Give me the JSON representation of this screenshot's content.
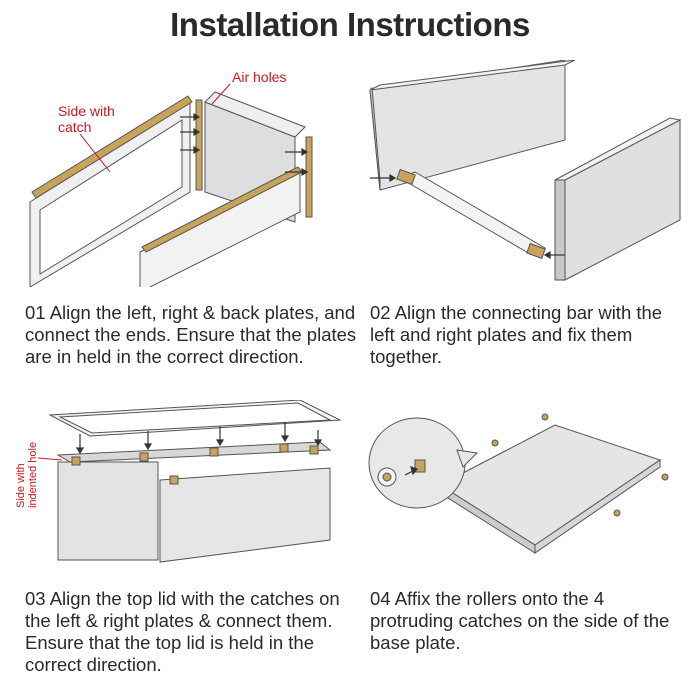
{
  "title": "Installation Instructions",
  "steps": [
    {
      "text": "01 Align the left, right & back plates, and connect the ends. Ensure that the plates are in held in the correct direction.",
      "labels": {
        "side_with_catch_line1": "Side with",
        "side_with_catch_line2": "catch",
        "air_holes": "Air holes"
      }
    },
    {
      "text": "02 Align the connecting bar with the left and right plates and fix them together."
    },
    {
      "text": "03 Align the top lid with the catches on the left & right plates & connect them. Ensure that the top lid is held in the correct direction.",
      "labels": {
        "side_indented_line1": "Side with",
        "side_indented_line2": "indented hole"
      }
    },
    {
      "text": "04 Affix the rollers onto the 4 protruding catches on the side of the base plate."
    }
  ],
  "colors": {
    "callout_red": "#c8191e",
    "wood": "#c9a35a",
    "plate_gray": "#e3e3e3",
    "line": "#555555"
  }
}
